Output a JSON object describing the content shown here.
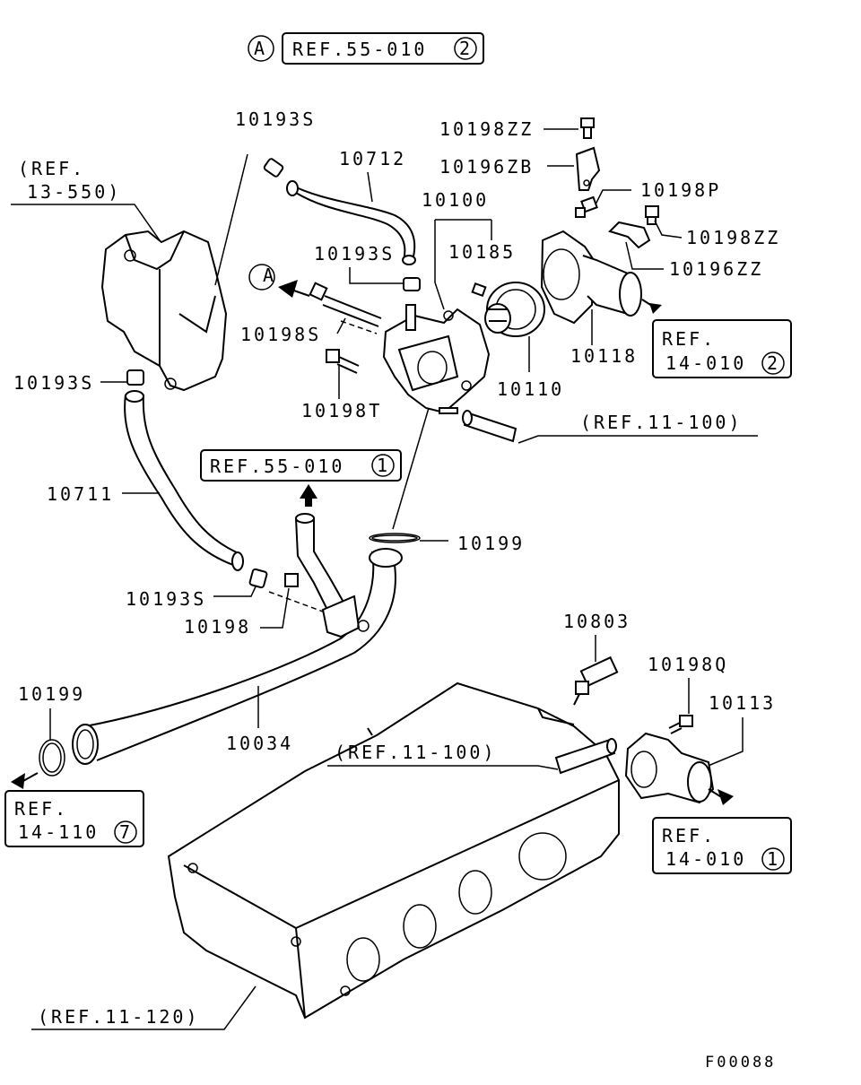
{
  "diagram": {
    "top_ref": {
      "marker": "A",
      "text": "REF.55-010",
      "circled": "2"
    },
    "callouts": {
      "10193S_top": "10193S",
      "10712": "10712",
      "10198ZZ_top": "10198ZZ",
      "10196ZB": "10196ZB",
      "10100": "10100",
      "10198P": "10198P",
      "10198ZZ_right": "10198ZZ",
      "10196ZZ": "10196ZZ",
      "10185": "10185",
      "10193S_mid": "10193S",
      "10198S": "10198S",
      "10198T": "10198T",
      "10118": "10118",
      "10110": "10110",
      "10193S_left": "10193S",
      "10711": "10711",
      "10199_mid": "10199",
      "10193S_low": "10193S",
      "10198": "10198",
      "10803": "10803",
      "10198Q": "10198Q",
      "10113": "10113",
      "10199_left": "10199",
      "10034": "10034"
    },
    "refs": {
      "ref_13_550_line1": "(REF.",
      "ref_13_550_line2": "13-550)",
      "ref_11_100_a": "(REF.11-100)",
      "ref_11_100_b": "(REF.11-100)",
      "ref_11_120": "(REF.11-120)",
      "marker_a_mid": "A"
    },
    "boxed_refs": {
      "b55_010_1": {
        "text": "REF.55-010",
        "circled": "1"
      },
      "b14_010_2": {
        "line1": "REF.",
        "line2": "14-010",
        "circled": "2"
      },
      "b14_110_7": {
        "line1": "REF.",
        "line2": "14-110",
        "circled": "7"
      },
      "b14_010_1": {
        "line1": "REF.",
        "line2": "14-010",
        "circled": "1"
      }
    },
    "figure_code": "F00088"
  }
}
